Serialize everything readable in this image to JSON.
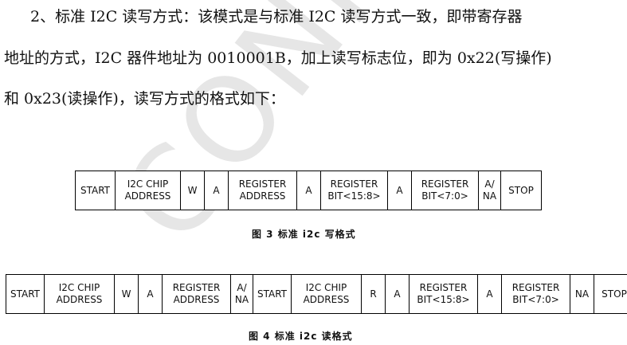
{
  "watermark": "CONFIDENTIAL",
  "paragraph": {
    "line1": "2、标准 I2C 读写方式：该模式是与标准 I2C 读写方式一致，即带寄存器",
    "line2": "地址的方式，I2C 器件地址为 0010001B，加上读写标志位，即为 0x22(写操作)",
    "line3": "和 0x23(读操作)，读写方式的格式如下："
  },
  "figure3": {
    "caption": "图 3  标准 i2c 写格式",
    "cells": [
      {
        "text": "START",
        "w": 50
      },
      {
        "text": "I2C CHIP\nADDRESS",
        "w": 82
      },
      {
        "text": "W",
        "w": 30
      },
      {
        "text": "A",
        "w": 30
      },
      {
        "text": "REGISTER\nADDRESS",
        "w": 86
      },
      {
        "text": "A",
        "w": 30
      },
      {
        "text": "REGISTER\nBIT<15:8>",
        "w": 84
      },
      {
        "text": "A",
        "w": 30
      },
      {
        "text": "REGISTER\nBIT<7:0>",
        "w": 84
      },
      {
        "text": "A/\nNA",
        "w": 28
      },
      {
        "text": "STOP",
        "w": 50
      }
    ]
  },
  "figure4": {
    "caption": "图 4  标准 i2c 读格式",
    "cells": [
      {
        "text": "START",
        "w": 48
      },
      {
        "text": "I2C CHIP\nADDRESS",
        "w": 88
      },
      {
        "text": "W",
        "w": 30
      },
      {
        "text": "A",
        "w": 30
      },
      {
        "text": "REGISTER\nADDRESS",
        "w": 86
      },
      {
        "text": "A/\nNA",
        "w": 28
      },
      {
        "text": "START",
        "w": 48
      },
      {
        "text": "I2C CHIP\nADDRESS",
        "w": 88
      },
      {
        "text": "R",
        "w": 30
      },
      {
        "text": "A",
        "w": 30
      },
      {
        "text": "REGISTER\nBIT<15:8>",
        "w": 86
      },
      {
        "text": "A",
        "w": 30
      },
      {
        "text": "REGISTER\nBIT<7:0>",
        "w": 86
      },
      {
        "text": "NA",
        "w": 30
      },
      {
        "text": "STOP",
        "w": 50
      }
    ]
  }
}
